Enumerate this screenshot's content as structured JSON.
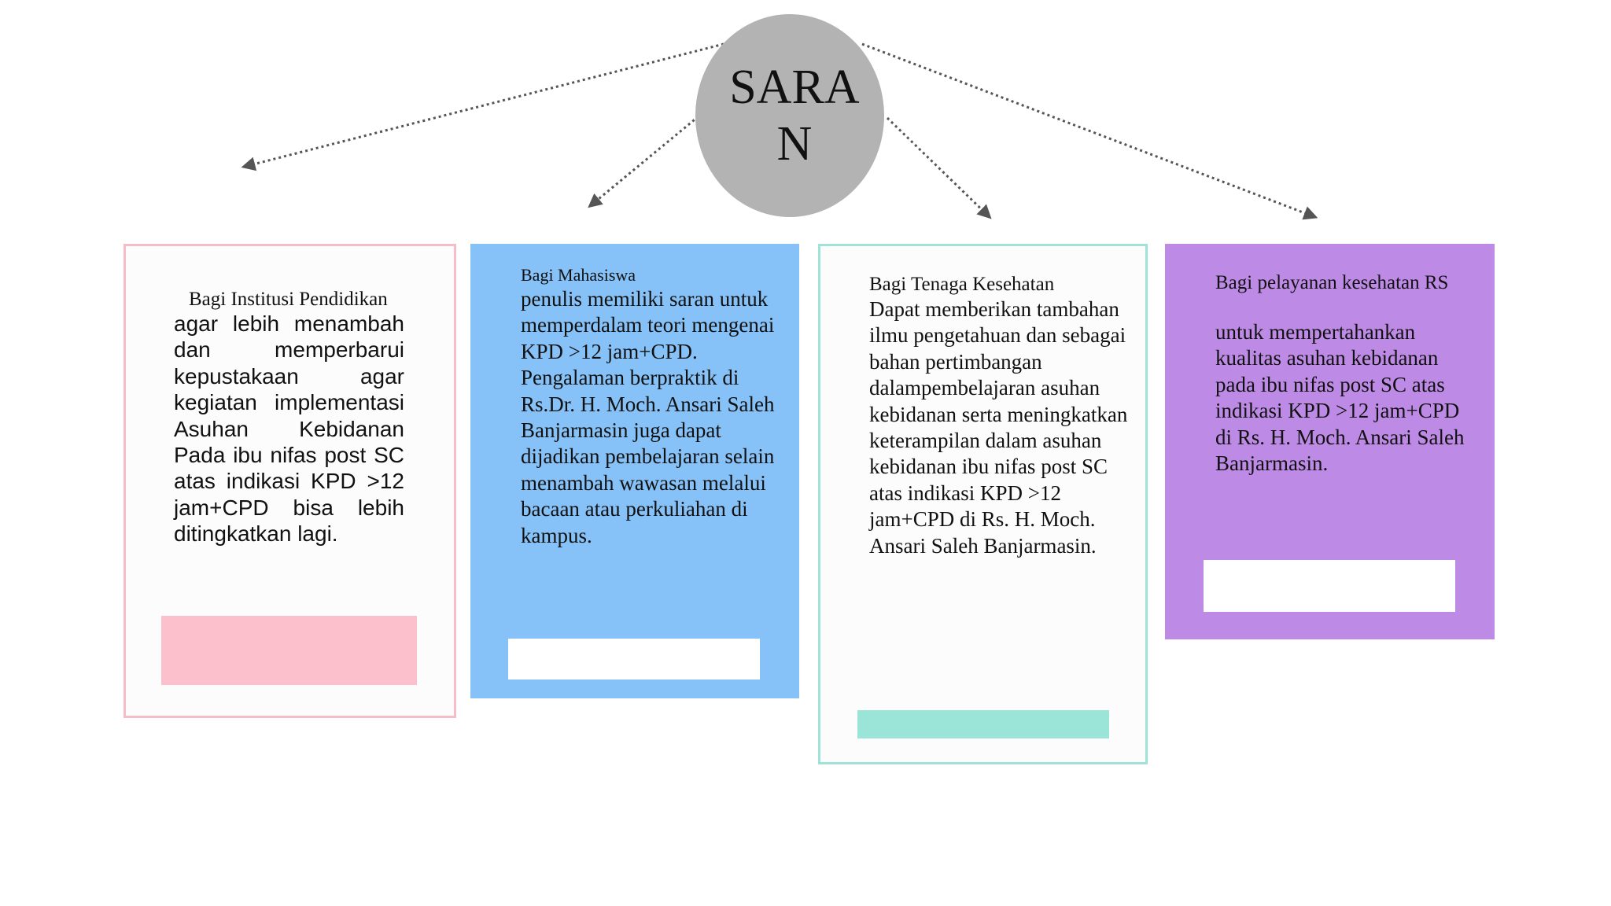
{
  "center": {
    "title": "SARAN"
  },
  "cards": [
    {
      "heading": "Bagi Institusi Pendidikan",
      "body": "agar lebih menambah dan memperbarui kepustakaan agar kegiatan implementasi Asuhan Kebidanan Pada ibu nifas post SC atas indikasi KPD >12 jam+CPD bisa lebih ditingkatkan lagi.",
      "border_color": "#f6bcc8",
      "footer_color": "#fbc0cb"
    },
    {
      "heading": "Bagi Mahasiswa",
      "body": "penulis memiliki saran untuk memperdalam teori mengenai KPD >12 jam+CPD. Pengalaman berpraktik di Rs.Dr. H. Moch. Ansari Saleh Banjarmasin juga dapat dijadikan pembelajaran selain menambah wawasan melalui bacaan atau perkuliahan di kampus.",
      "fill_color": "#86c1f7",
      "footer_color": "#ffffff"
    },
    {
      "heading": "Bagi Tenaga Kesehatan",
      "body": "Dapat memberikan tambahan ilmu pengetahuan dan sebagai bahan pertimbangan dalampembelajaran asuhan kebidanan serta meningkatkan keterampilan dalam asuhan kebidanan ibu nifas post SC atas indikasi KPD >12 jam+CPD di Rs. H. Moch. Ansari Saleh Banjarmasin.",
      "border_color": "#9fe3d6",
      "footer_color": "#9ae5d8"
    },
    {
      "heading": "Bagi pelayanan kesehatan RS",
      "body": "untuk mempertahankan kualitas asuhan kebidanan pada ibu nifas post SC atas indikasi KPD >12 jam+CPD di Rs. H. Moch. Ansari Saleh Banjarmasin.",
      "fill_color": "#bd8be6",
      "footer_color": "#ffffff"
    }
  ],
  "colors": {
    "circle": "#b3b3b3",
    "arrow": "#555555"
  }
}
